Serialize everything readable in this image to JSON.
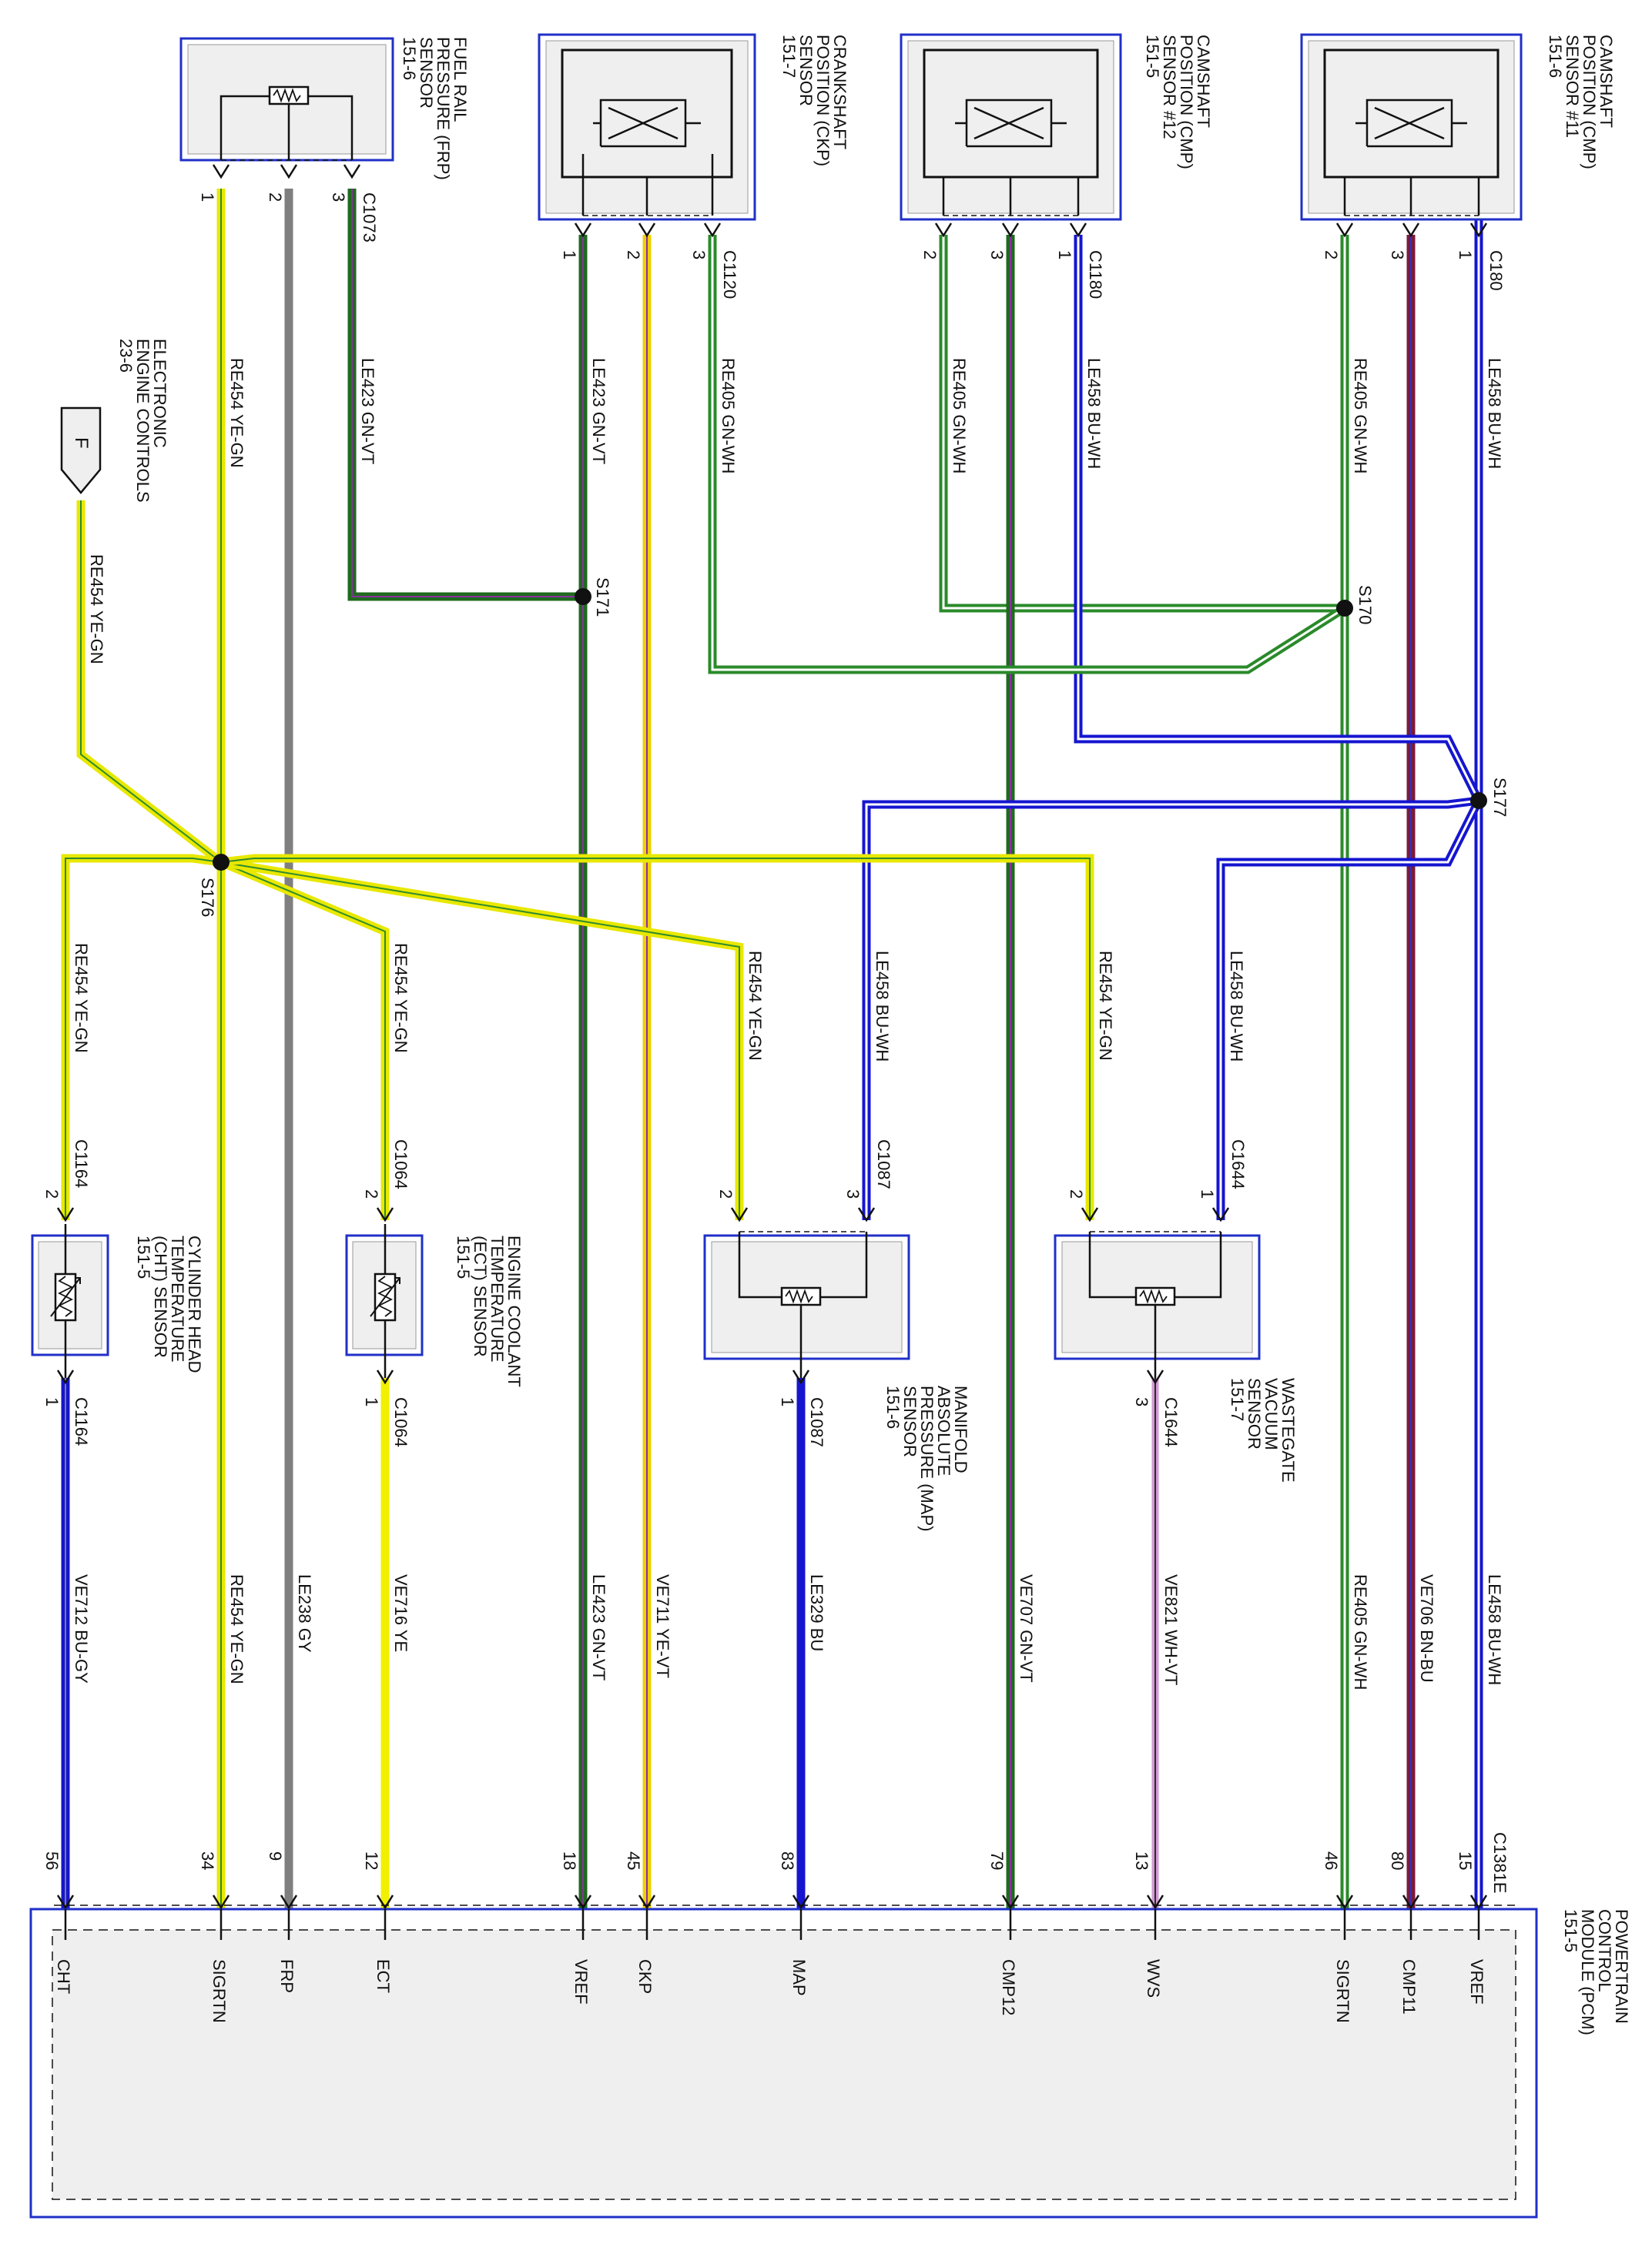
{
  "components": {
    "frp": {
      "lines": [
        "FUEL RAIL",
        "PRESSURE (FRP)",
        "SENSOR",
        "151-6"
      ],
      "connector": "C1073",
      "pins": [
        "1",
        "2",
        "3"
      ]
    },
    "ckp": {
      "lines": [
        "CRANKSHAFT",
        "POSITION (CKP)",
        "SENSOR",
        "151-7"
      ],
      "connector": "C1120",
      "pins": [
        "1",
        "2",
        "3"
      ]
    },
    "cmp12": {
      "lines": [
        "CAMSHAFT",
        "POSITION (CMP)",
        "SENSOR #12",
        "151-5"
      ],
      "connector": "C1180",
      "pins": [
        "2",
        "3",
        "1"
      ]
    },
    "cmp11": {
      "lines": [
        "CAMSHAFT",
        "POSITION (CMP)",
        "SENSOR #11",
        "151-6"
      ],
      "connector": "C180",
      "pins": [
        "2",
        "3",
        "1"
      ]
    },
    "cht": {
      "lines": [
        "CYLINDER HEAD",
        "TEMPERATURE",
        "(CHT) SENSOR",
        "151-5"
      ],
      "connector_top": "C1164",
      "connector_bottom": "C1164",
      "pin_top": "2",
      "pin_bottom": "1"
    },
    "ect": {
      "lines": [
        "ENGINE COOLANT",
        "TEMPERATURE",
        "(ECT) SENSOR",
        "151-5"
      ],
      "connector_top": "C1064",
      "connector_bottom": "C1064",
      "pin_top": "2",
      "pin_bottom": "1"
    },
    "map": {
      "lines": [
        "MANIFOLD",
        "ABSOLUTE",
        "PRESSURE (MAP)",
        "SENSOR",
        "151-6"
      ],
      "connector_top": "C1087",
      "connector_bottom": "C1087",
      "pins_top": [
        "2",
        "3"
      ],
      "pin_bottom": "1"
    },
    "wgv": {
      "lines": [
        "WASTEGATE",
        "VACUUM",
        "SENSOR",
        "151-7"
      ],
      "connector_top": "C1644",
      "connector_bottom": "C1644",
      "pins_top": [
        "2",
        "1"
      ],
      "pin_bottom": "3"
    },
    "pcm": {
      "lines": [
        "POWERTRAIN",
        "CONTROL",
        "MODULE (PCM)",
        "151-5"
      ],
      "connector": "C1381E"
    },
    "eec": {
      "letter": "F",
      "lines": [
        "ELECTRONIC",
        "ENGINE CONTROLS",
        "23-6"
      ]
    }
  },
  "wires": {
    "re454_yegn": "RE454   YE-GN",
    "le423_gnvt": "LE423   GN-VT",
    "re405_gnwh": "RE405   GN-WH",
    "le458_buwh": "LE458   BU-WH",
    "ve712_bugy": "VE712   BU-GY",
    "le238_gy": "LE238   GY",
    "ve716_ye": "VE716   YE",
    "ve711_yevt": "VE711   YE-VT",
    "le329_bu": "LE329   BU",
    "ve707_gnvt": "VE707   GN-VT",
    "ve821_whvt": "VE821   WH-VT",
    "ve706_bnbu": "VE706   BN-BU"
  },
  "splices": {
    "s171": "S171",
    "s170": "S170",
    "s177": "S177",
    "s176": "S176"
  },
  "pcm_pins": [
    {
      "num": "56",
      "signal": "CHT"
    },
    {
      "num": "34",
      "signal": "SIGRTN"
    },
    {
      "num": "9",
      "signal": "FRP"
    },
    {
      "num": "12",
      "signal": "ECT"
    },
    {
      "num": "18",
      "signal": "VREF"
    },
    {
      "num": "45",
      "signal": "CKP"
    },
    {
      "num": "83",
      "signal": "MAP"
    },
    {
      "num": "79",
      "signal": "CMP12"
    },
    {
      "num": "13",
      "signal": "WVS"
    },
    {
      "num": "46",
      "signal": "SIGRTN"
    },
    {
      "num": "80",
      "signal": "CMP11"
    },
    {
      "num": "15",
      "signal": "VREF"
    }
  ],
  "colors": {
    "ye_gn": "#e8e800",
    "ye_gn_stripe": "#2e8b2e",
    "gn": "#2a8a2a",
    "gn_dark": "#1f6a1f",
    "bu": "#1515d0",
    "gy": "#7f7f7f",
    "ye": "#f0f000",
    "bn_bu": "#7a1b3b",
    "wh_vt": "#d29ad2",
    "frame_blue": "#2030c8"
  }
}
